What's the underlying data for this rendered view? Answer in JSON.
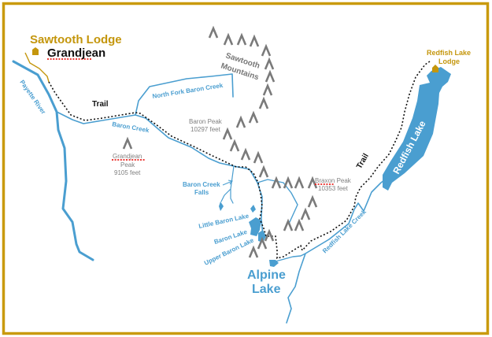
{
  "map": {
    "border_color": "#c99a0d",
    "water_color": "#4a9ed0",
    "trail_color": "#111111",
    "peak_color": "#7a7a7a",
    "lodge_color": "#c4960c"
  },
  "labels": {
    "sawtooth_lodge": "Sawtooth Lodge",
    "grandjean": "Grandjean",
    "redfish_lodge_line1": "Redfish Lake",
    "redfish_lodge_line2": "Lodge",
    "trail_west": "Trail",
    "trail_east": "Trail",
    "payette_river": "Payette River",
    "north_fork_baron_creek": "North Fork Baron Creek",
    "baron_creek": "Baron Creek",
    "sawtooth_mountains_line1": "Sawtooth",
    "sawtooth_mountains_line2": "Mountains",
    "baron_peak_name": "Baron Peak",
    "baron_peak_elev": "10297 feet",
    "grandjean_peak_line1": "Grandjean",
    "grandjean_peak_line2": "Peak",
    "grandjean_peak_elev": "9105 feet",
    "braxon_peak_name": "Braxon Peak",
    "braxon_peak_elev": "10353 feet",
    "baron_creek_falls_line1": "Baron Creek",
    "baron_creek_falls_line2": "Falls",
    "little_baron_lake": "Little Baron Lake",
    "baron_lake": "Baron Lake",
    "upper_baron_lake": "Upper Baron Lake",
    "alpine_lake_line1": "Alpine",
    "alpine_lake_line2": "Lake",
    "redfish_lake": "Redfish Lake",
    "redfish_lake_creek": "Redfish Lake Creek"
  },
  "icons": {
    "peak": "mountain-chevron-icon",
    "lodge": "lodge-marker-icon"
  }
}
